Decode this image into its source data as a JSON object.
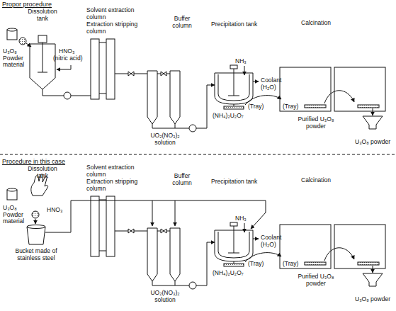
{
  "diagram": {
    "labels": [
      "Propor procedure",
      "Dissolution tank",
      "Solvent extraction column",
      "Extraction stripping column",
      "Buffer column",
      "Precipitation tank",
      "Calcination",
      "U₃O₈ Powder material",
      "HNO₃",
      "(nitric acid)",
      "UO₂(NO₃)₂ solution",
      "NH₃",
      "Coolant",
      "(H₂O)",
      "(NH₄)₂U₂O₇",
      "(Tray)",
      "(Tray)",
      "Purified U₃O₈ powder",
      "U₃O₈ powder",
      "Procedure in this case",
      "Dissolution tank",
      "Solvent extraction column",
      "Extraction stripping column",
      "Buffer column",
      "Precipitation tank",
      "Calcination",
      "U₃O₈ Powder material",
      "HNO₃",
      "Bucket made of stainless steel",
      "NH₃",
      "Coolant",
      "(H₂O)",
      "UO₂(NO₃)₂ solution",
      "(NH₄)₂U₂O₇",
      "(Tray)",
      "(Tray)",
      "Purified U₃O₈ powder",
      "U₃O₈ powder"
    ]
  }
}
